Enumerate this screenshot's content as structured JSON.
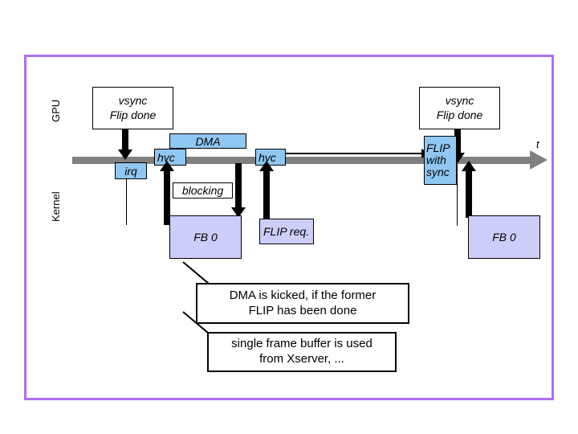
{
  "diagram": {
    "title_present": false,
    "frame_color": "#AE6EF5",
    "timeline_color": "#808080",
    "blue_fill": "#8FC7F2",
    "lavender_fill": "#CDCDFA"
  },
  "lanes": {
    "gpu_label": "GPU",
    "kernel_label": "Kernel"
  },
  "axis": {
    "time_label": "t"
  },
  "events": {
    "vsync_left": {
      "line1": "vsync",
      "line2": "Flip done"
    },
    "vsync_right": {
      "line1": "vsync",
      "line2": "Flip done"
    },
    "irq": "irq",
    "hvc_first": "hvc",
    "hvc_second": "hvc",
    "dma": "DMA",
    "blocking": "blocking",
    "flip_with_sync": {
      "line1": "FLIP",
      "line2": "with",
      "line3": "sync"
    },
    "flip_req": "FLIP req.",
    "fb_left": "FB 0",
    "fb_right": "FB 0"
  },
  "callouts": [
    {
      "line1": "DMA is kicked, if the former",
      "line2": "FLIP has been done"
    },
    {
      "line1": "single frame buffer is used",
      "line2": "from Xserver, ..."
    }
  ]
}
